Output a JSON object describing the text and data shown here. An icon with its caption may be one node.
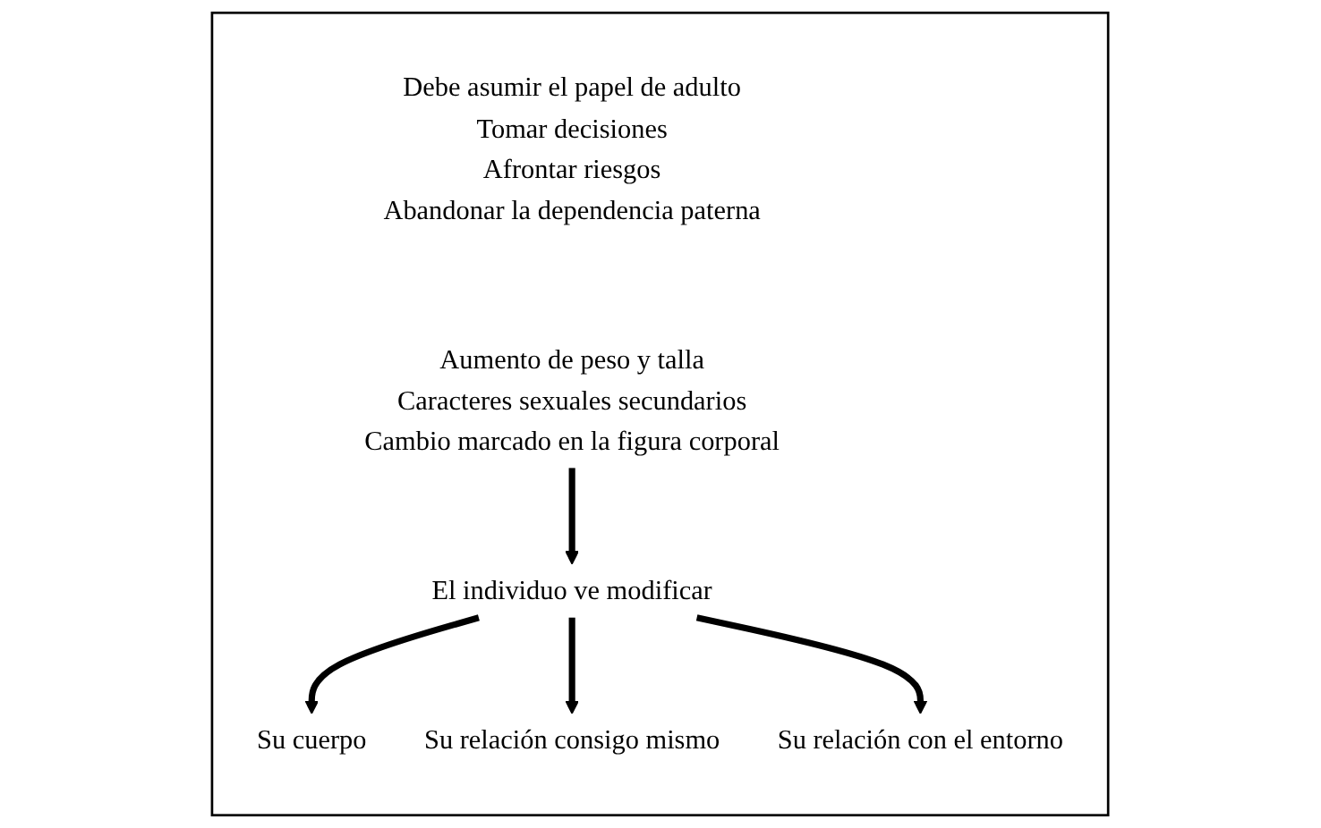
{
  "diagram": {
    "nodes": [
      {
        "text": [],
        "shape": "box"
      },
      {
        "text": [
          "Debe asumir el papel de adulto",
          "Tomar decisiones",
          "Afrontar riesgos",
          "Abandonar la dependencia paterna"
        ],
        "in": 0
      },
      {
        "text": [
          "Aumento de peso y talla",
          "Caracteres sexuales secundarios",
          "Cambio marcado en la figura corporal"
        ],
        "in": 0
      },
      {
        "text": [
          "El individuo ve modificar"
        ],
        "in": 0
      },
      {
        "text": [
          "Su cuerpo"
        ],
        "in": 0
      },
      {
        "text": [
          "Su relación consigo mismo"
        ],
        "in": 0
      },
      {
        "text": [
          "Su relación con el entorno"
        ],
        "in": 0
      }
    ],
    "edges": [
      {
        "from": 2,
        "to": 3,
        "arrow": "to"
      },
      {
        "from": 3,
        "to": 4,
        "arrow": "to"
      },
      {
        "from": 3,
        "to": 5,
        "arrow": "to"
      },
      {
        "from": 3,
        "to": 6,
        "arrow": "to"
      }
    ]
  }
}
